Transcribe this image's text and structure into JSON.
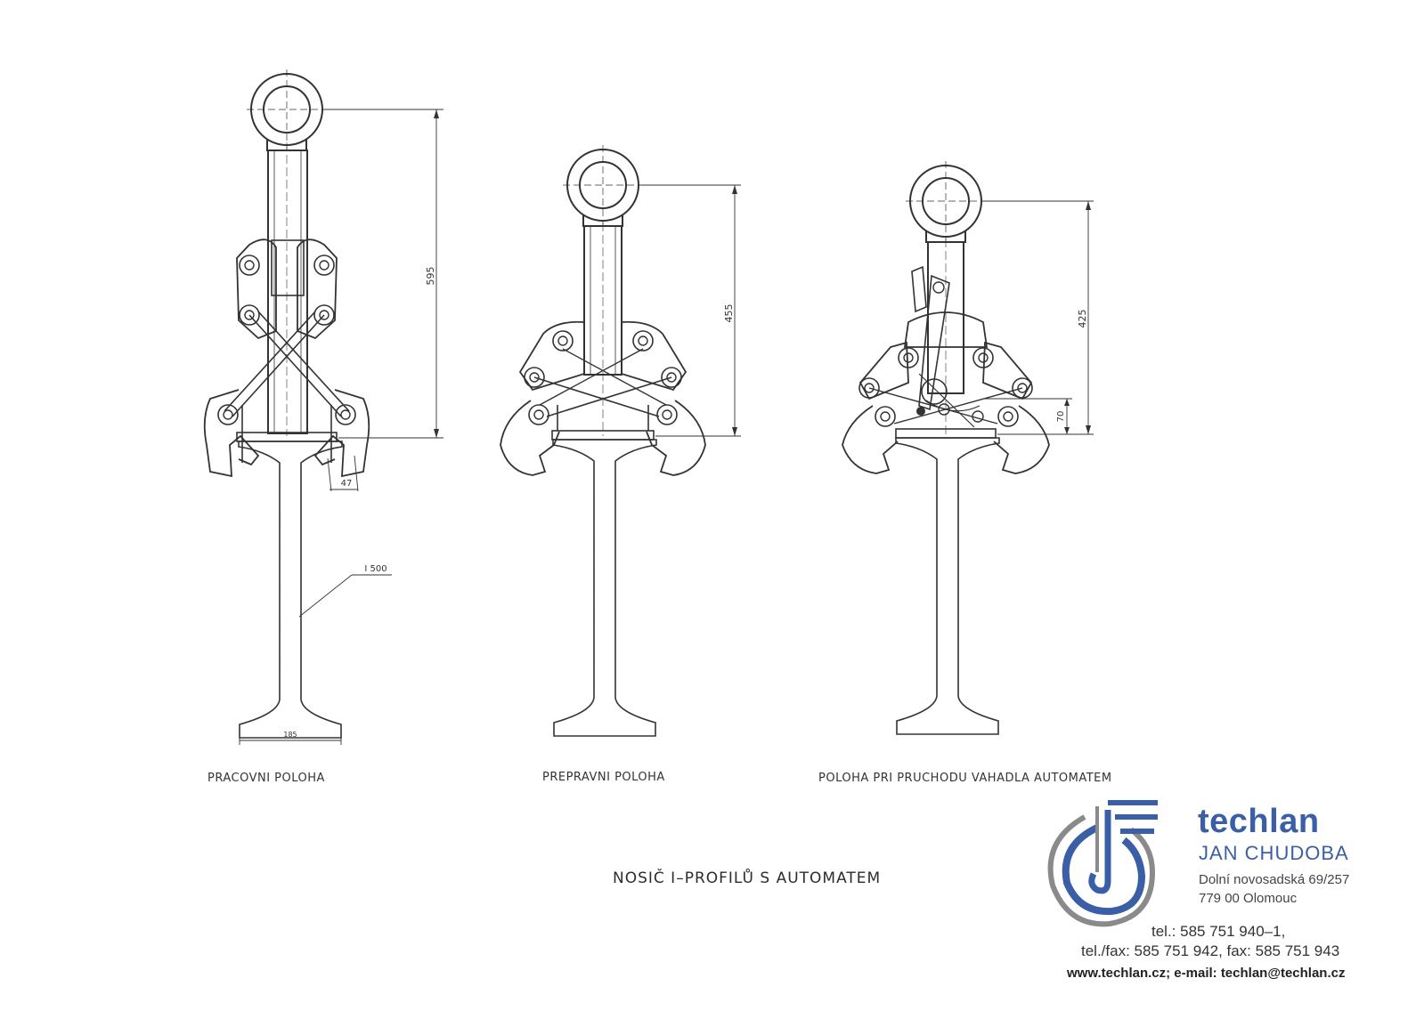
{
  "drawing": {
    "title": "NOSIČ I–PROFILŮ S AUTOMATEM",
    "views": [
      {
        "caption": "PRACOVNI  POLOHA",
        "height_dim": "595",
        "jaw_dim": "47",
        "profile_label": "I 500",
        "flange_dim": "185"
      },
      {
        "caption": "PREPRAVNI  POLOHA",
        "height_dim": "455"
      },
      {
        "caption": "POLOHA  PRI  PRUCHODU  VAHADLA  AUTOMATEM",
        "height_dim": "425",
        "offset_dim": "70"
      }
    ]
  },
  "company": {
    "name": "techlan",
    "owner": "JAN CHUDOBA",
    "address_line1": "Dolní novosadská 69/257",
    "address_line2": "779 00  Olomouc",
    "phone": "tel.: 585 751 940–1,",
    "fax": "tel./fax: 585 751 942, fax: 585 751 943",
    "web_email": "www.techlan.cz; e-mail: techlan@techlan.cz",
    "colors": {
      "brand_blue": "#3a5fa6",
      "logo_grey": "#8a8a8a"
    }
  }
}
